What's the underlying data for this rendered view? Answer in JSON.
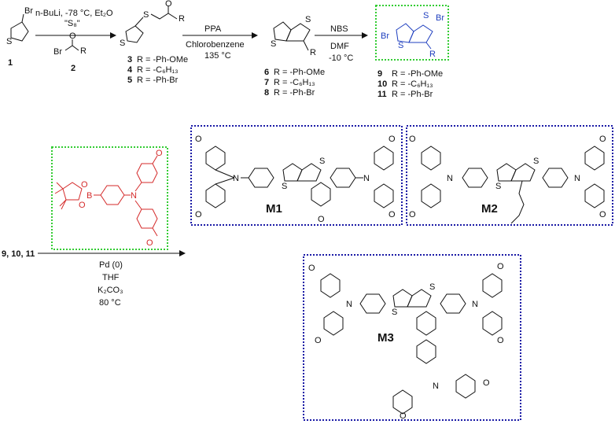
{
  "step1": {
    "conditions": [
      "n-BuLi, -78 °C, Et₂O",
      "\"S₈\""
    ],
    "reagent_number": "2",
    "start_number": "1",
    "products": [
      {
        "num": "3",
        "r": "R = -Ph-OMe"
      },
      {
        "num": "4",
        "r": "R = -C₆H₁₃"
      },
      {
        "num": "5",
        "r": "R = -Ph-Br"
      }
    ]
  },
  "step2": {
    "conditions_above": "PPA",
    "conditions_below": [
      "Chlorobenzene",
      "135 °C"
    ],
    "products": [
      {
        "num": "6",
        "r": "R = -Ph-OMe"
      },
      {
        "num": "7",
        "r": "R = -C₆H₁₃"
      },
      {
        "num": "8",
        "r": "R = -Ph-Br"
      }
    ]
  },
  "step3": {
    "conditions_above": "NBS",
    "conditions_below": [
      "DMF",
      "-10 °C"
    ],
    "products": [
      {
        "num": "9",
        "r": "R = -Ph-OMe"
      },
      {
        "num": "10",
        "r": "R = -C₆H₁₃"
      },
      {
        "num": "11",
        "r": "R = -Ph-Br"
      }
    ]
  },
  "step4": {
    "reactants": "9, 10, 11",
    "conditions": [
      "Pd (0)",
      "THF",
      "K₂CO₃",
      "80 °C"
    ]
  },
  "monomers": [
    "M1",
    "M2",
    "M3"
  ],
  "atoms": {
    "br": "Br",
    "s": "S",
    "n": "N",
    "o": "O",
    "b": "B",
    "r": "R"
  },
  "colors": {
    "accent_red": "#d42a2a",
    "accent_blue": "#1f3fbf",
    "green_box": "#33cc33",
    "blue_box": "#1a1aa6"
  }
}
